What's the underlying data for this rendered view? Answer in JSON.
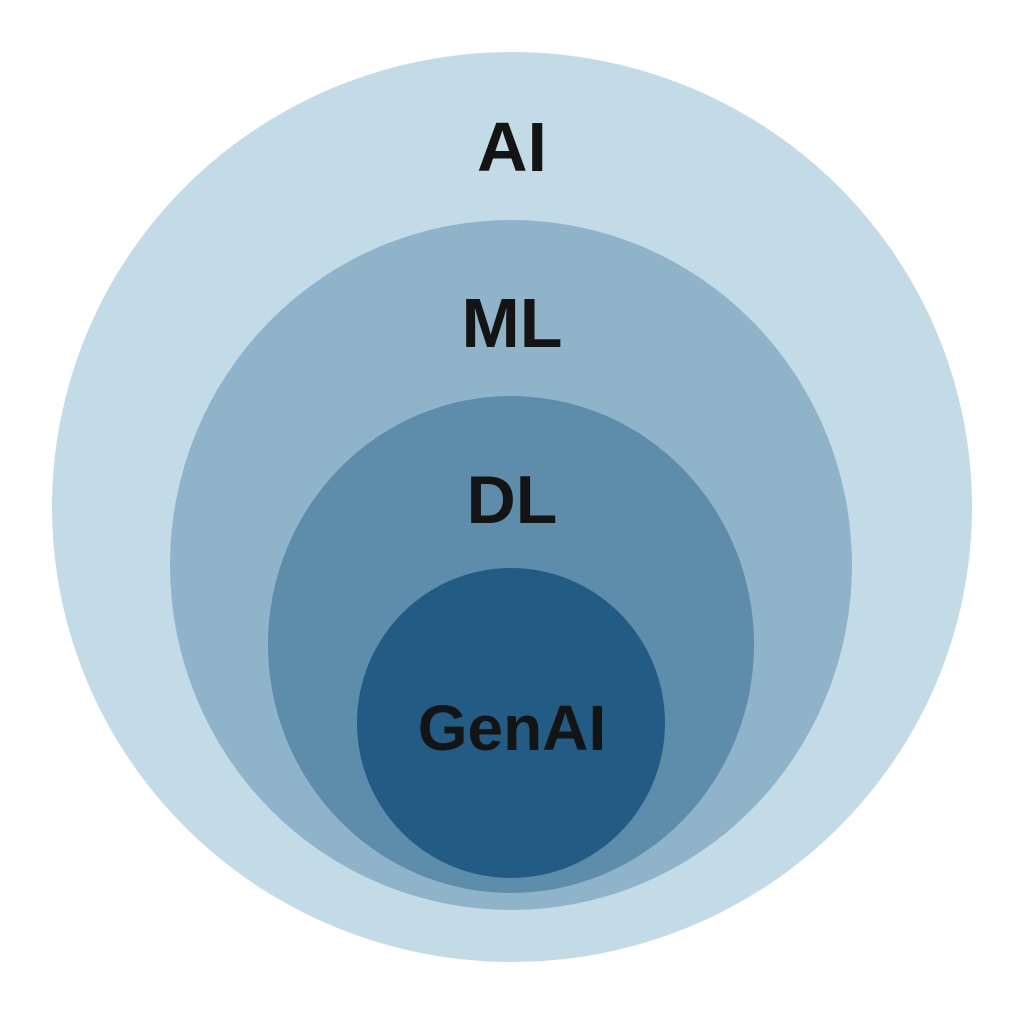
{
  "diagram": {
    "layers": [
      {
        "label": "AI",
        "color": "#c3dbe6"
      },
      {
        "label": "ML",
        "color": "#8fb3c9"
      },
      {
        "label": "DL",
        "color": "#5e8cab"
      },
      {
        "label": "GenAI",
        "color": "#225c85"
      }
    ],
    "label_color": "#141414"
  }
}
